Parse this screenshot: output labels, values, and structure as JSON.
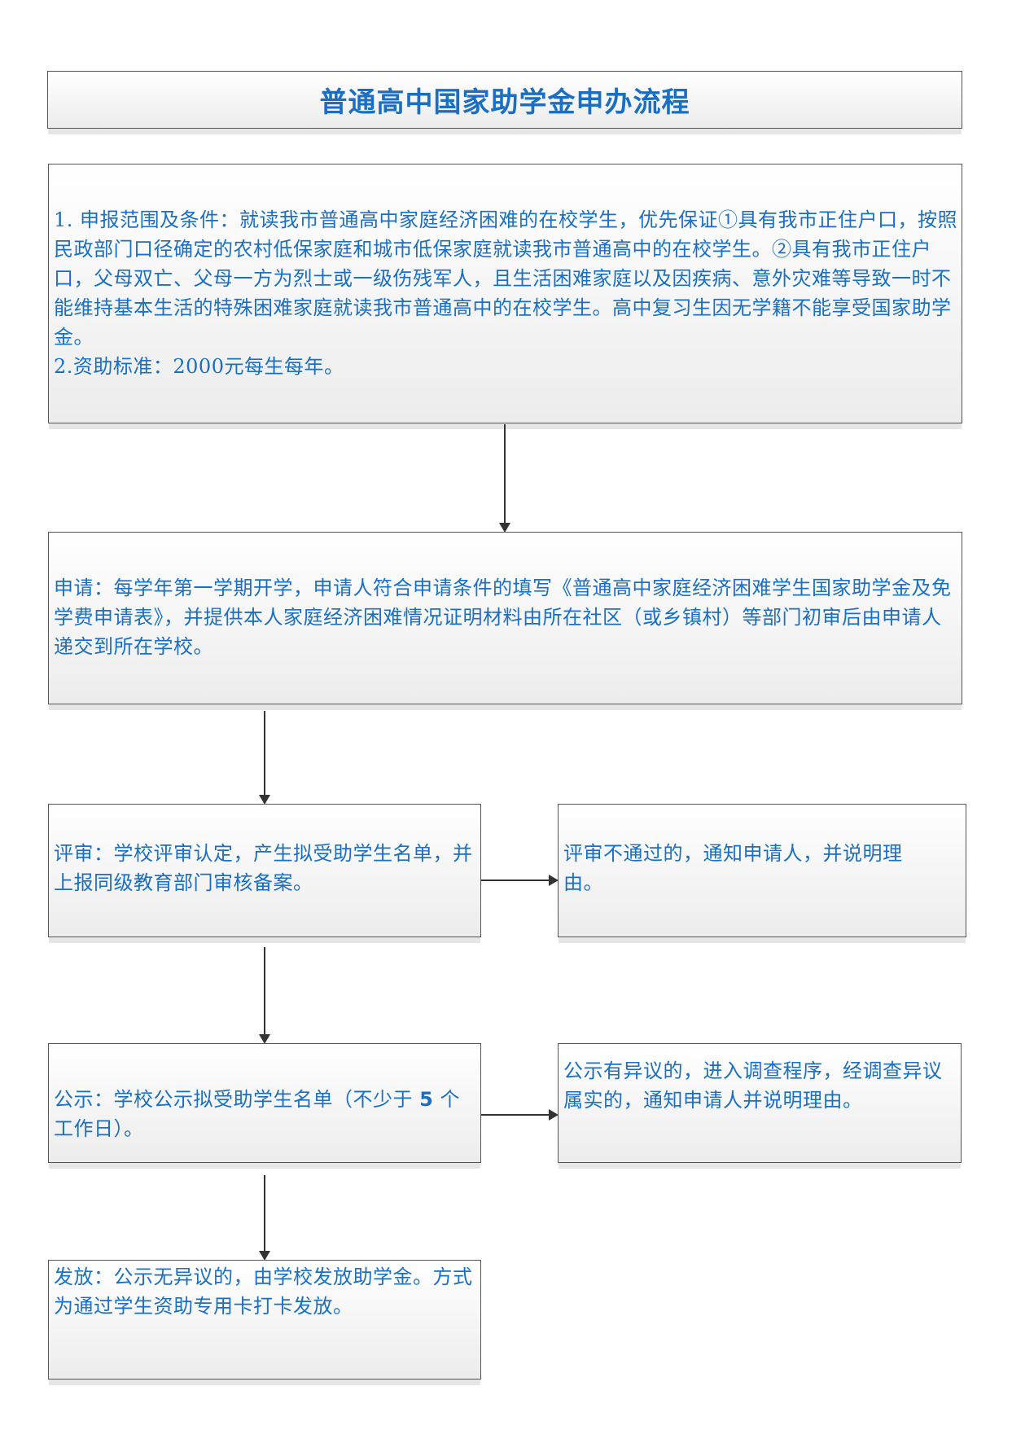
{
  "title": "普通高中国家助学金申办流程",
  "steps": {
    "conditions": {
      "line1": "1. 申报范围及条件：就读我市普通高中家庭经济困难的在校学生，优先保证①具有我市正住户口，按照民政部门口径确定的农村低保家庭和城市低保家庭就读我市普通高中的在校学生。②具有我市正住户口，父母双亡、父母一方为烈士或一级伤残军人，且生活困难家庭以及因疾病、意外灾难等导致一时不能维持基本生活的特殊困难家庭就读我市普通高中的在校学生。高中复习生因无学籍不能享受国家助学金。",
      "line2": "2.资助标准：2000元每生每年。"
    },
    "apply": "申请：每学年第一学期开学，申请人符合申请条件的填写《普通高中家庭经济困难学生国家助学金及免学费申请表》，并提供本人家庭经济困难情况证明材料由所在社区（或乡镇村）等部门初审后由申请人递交到所在学校。",
    "review": "评审：学校评审认定，产生拟受助学生名单，并上报同级教育部门审核备案。",
    "review_fail": "评审不通过的，通知申请人，并说明理由。",
    "publicity_a": "公示：学校公示拟受助学生名单（不少于",
    "publicity_days": "5",
    "publicity_b": "个工作日）。",
    "objection": "公示有异议的，进入调查程序，经调查异议属实的，通知申请人并说明理由。",
    "distribute": "发放：公示无异议的，由学校发放助学金。方式为通过学生资助专用卡打卡发放。"
  }
}
